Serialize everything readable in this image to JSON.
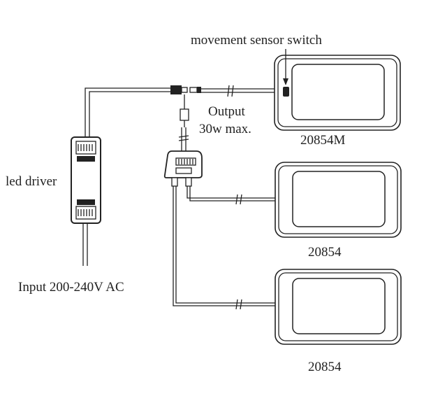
{
  "labels": {
    "sensor": "movement sensor switch",
    "output_line1": "Output",
    "output_line2": "30w max.",
    "driver": "led driver",
    "input": "Input 200-240V AC",
    "model_top": "20854M",
    "model_mid": "20854",
    "model_bottom": "20854"
  }
}
